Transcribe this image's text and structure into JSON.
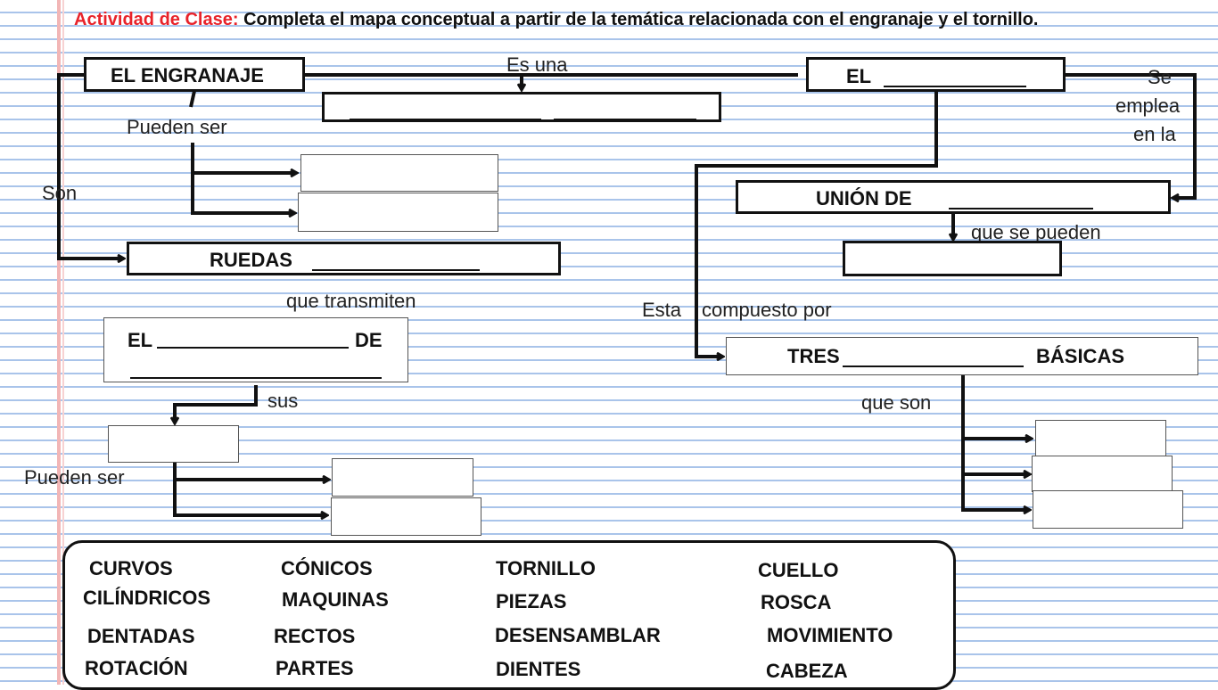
{
  "title": {
    "label": "Actividad de Clase:",
    "text": " Completa el mapa conceptual a partir de la temática relacionada con el engranaje y el tornillo."
  },
  "nodes": {
    "engranaje": "EL ENGRANAJE",
    "el_left": "EL",
    "ruedas": "RUEDAS",
    "el_de_prefix": "EL",
    "el_de_suffix": "DE",
    "union": "UNIÓN  DE",
    "tres": "TRES",
    "basicas": "BÁSICAS"
  },
  "connectors": {
    "es_una": "Es una",
    "pueden_ser_1": "Pueden ser",
    "son": "Son",
    "que_transmiten": "que transmiten",
    "sus": "sus",
    "pueden_ser_2": "Pueden ser",
    "se": "Se",
    "emplea": "emplea",
    "en_la": "en la",
    "que_se_pueden": "que se pueden",
    "esta": "Esta",
    "compuesto_por": "compuesto por",
    "que_son": "que son"
  },
  "word_bank": [
    "CURVOS",
    "CÓNICOS",
    "TORNILLO",
    "CUELLO",
    "CILÍNDRICOS",
    "MAQUINAS",
    "PIEZAS",
    "ROSCA",
    "DENTADAS",
    "RECTOS",
    "DESENSAMBLAR",
    "MOVIMIENTO",
    "ROTACIÓN",
    "PARTES",
    "DIENTES",
    "CABEZA"
  ]
}
